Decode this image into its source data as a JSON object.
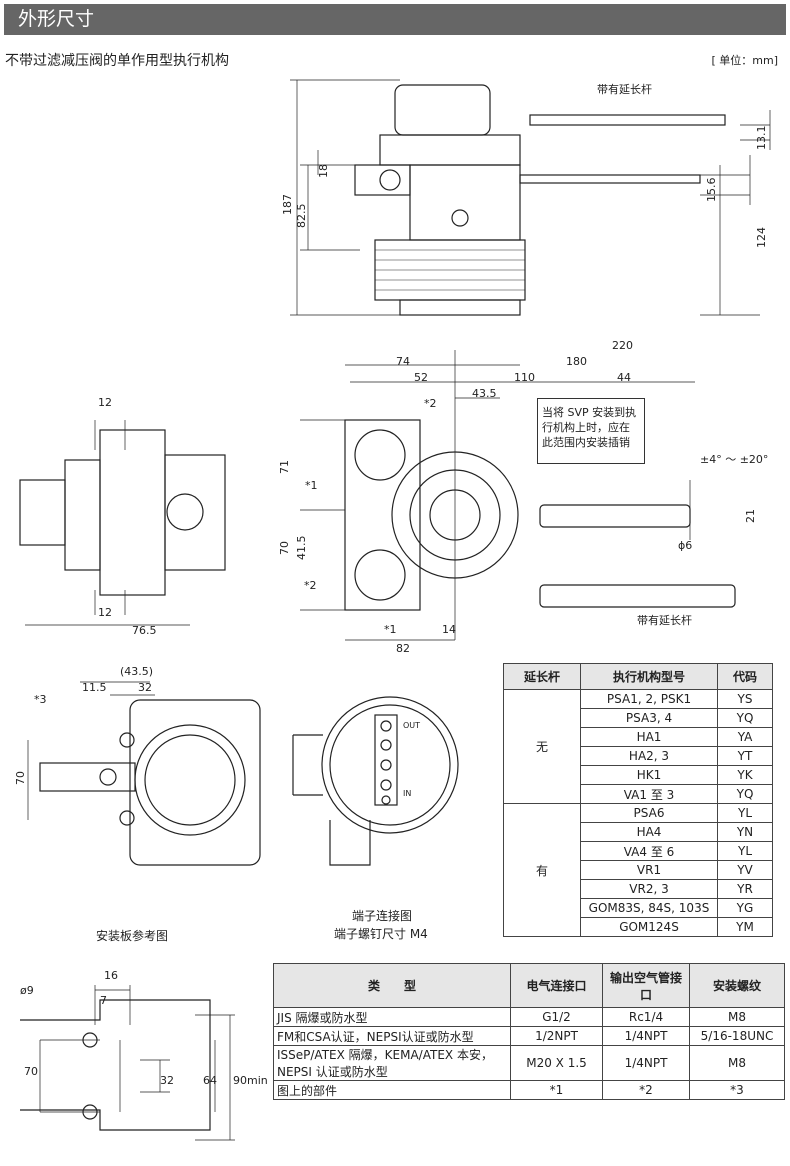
{
  "header": {
    "title": "外形尺寸"
  },
  "subtitle": "不带过滤减压阀的单作用型执行机构",
  "unit": "[ 单位：mm]",
  "top_view": {
    "ext_rod": "带有延长杆",
    "d13_1": "13.1",
    "d18": "18",
    "d187": "187",
    "d82_5": "82.5",
    "d15_6": "15.6",
    "d124": "124"
  },
  "front_view": {
    "d220": "220",
    "d180": "180",
    "d74": "74",
    "d52": "52",
    "d110": "110",
    "d44": "44",
    "d43_5": "43.5",
    "s2a": "*2",
    "d71": "71",
    "s1a": "*1",
    "angle": "±4° ～ ±20°",
    "d21": "21",
    "d70": "70",
    "d41_5": "41.5",
    "phi6": "ϕ6",
    "s2b": "*2",
    "ext_rod": "带有延长杆",
    "s1b": "*1",
    "d14": "14",
    "d82": "82",
    "note": "当将 SVP 安装到执行机构上时，应在此范围内安装插销"
  },
  "side_view": {
    "d12a": "12",
    "d12b": "12",
    "d76_5": "76.5"
  },
  "plate_view": {
    "d43_5": "(43.5)",
    "d11_5": "11.5",
    "d32": "32",
    "s3": "*3",
    "d70": "70",
    "caption": "安装板参考图"
  },
  "terminal_view": {
    "caption1": "端子连接图",
    "caption2": "端子螺钉尺寸 M4",
    "out": "OUT",
    "in": "IN"
  },
  "bracket_view": {
    "phi9": "ø9",
    "d16": "16",
    "d7": "7",
    "d70": "70",
    "d32": "32",
    "d64": "64",
    "d90": "90min"
  },
  "actuator_table": {
    "headers": [
      "延长杆",
      "执行机构型号",
      "代码"
    ],
    "groups": [
      {
        "label": "无",
        "rows": [
          [
            "PSA1, 2, PSK1",
            "YS"
          ],
          [
            "PSA3, 4",
            "YQ"
          ],
          [
            "HA1",
            "YA"
          ],
          [
            "HA2, 3",
            "YT"
          ],
          [
            "HK1",
            "YK"
          ],
          [
            "VA1 至 3",
            "YQ"
          ]
        ]
      },
      {
        "label": "有",
        "rows": [
          [
            "PSA6",
            "YL"
          ],
          [
            "HA4",
            "YN"
          ],
          [
            "VA4 至 6",
            "YL"
          ],
          [
            "VR1",
            "YV"
          ],
          [
            "VR2, 3",
            "YR"
          ],
          [
            "GOM83S, 84S, 103S",
            "YG"
          ],
          [
            "GOM124S",
            "YM"
          ]
        ]
      }
    ]
  },
  "type_table": {
    "headers": [
      "类　　型",
      "电气连接口",
      "输出空气管接口",
      "安装螺纹"
    ],
    "rows": [
      [
        "JIS 隔爆或防水型",
        "G1/2",
        "Rc1/4",
        "M8"
      ],
      [
        "FM和CSA认证，NEPSI认证或防水型",
        "1/2NPT",
        "1/4NPT",
        "5/16-18UNC"
      ],
      [
        "ISSeP/ATEX 隔爆，KEMA/ATEX 本安，NEPSI 认证或防水型",
        "M20 X 1.5",
        "1/4NPT",
        "M8"
      ],
      [
        "图上的部件",
        "*1",
        "*2",
        "*3"
      ]
    ]
  }
}
